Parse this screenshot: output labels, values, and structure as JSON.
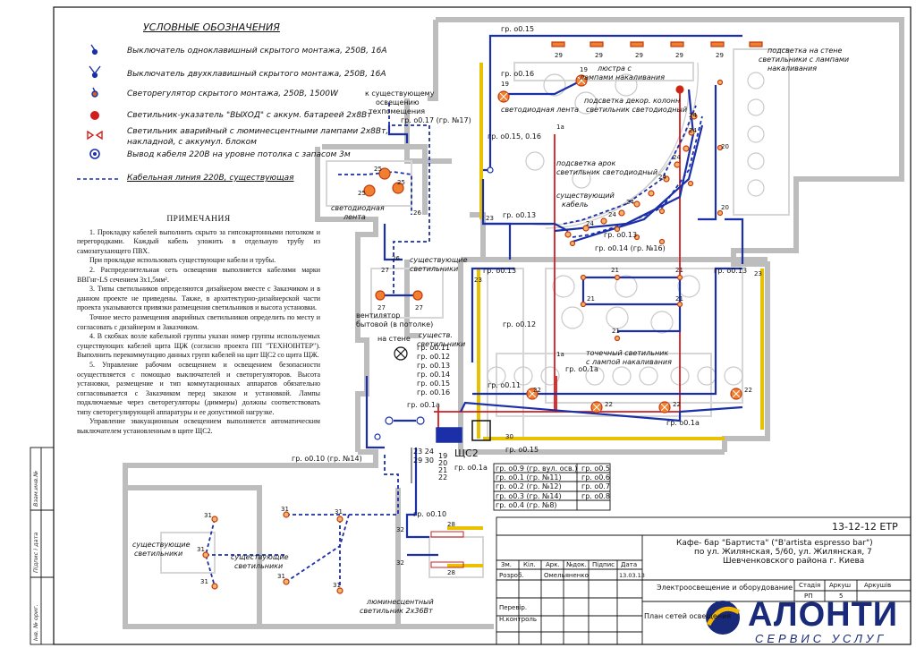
{
  "legend": {
    "title": "УСЛОВНЫЕ ОБОЗНАЧЕНИЯ",
    "items": [
      {
        "icon": "single-switch-icon",
        "text": "Выключатель одноклавишный скрытого монтажа, 250В, 16А"
      },
      {
        "icon": "double-switch-icon",
        "text": "Выключатель двухклавишный скрытого монтажа, 250В, 16А"
      },
      {
        "icon": "dimmer-icon",
        "text": "Светорегулятор скрытого монтажа, 250В, 1500W"
      },
      {
        "icon": "exit-lamp-icon",
        "text": "Светильник-указатель \"ВЫХОД\" с аккум. батареей 2х8Вт"
      },
      {
        "icon": "emergency-lamp-icon",
        "text": "Светильник аварийный с люминесцентными лампами 2х8Вт,"
      },
      {
        "icon": "",
        "text": "накладной, с аккумул. блоком"
      },
      {
        "icon": "cable-outlet-icon",
        "text": "Вывод кабеля 220В на уровне потолка с запасом 3м"
      },
      {
        "icon": "cable-line-icon",
        "text": "Кабельная линия 220В, существующая"
      }
    ]
  },
  "notes": {
    "title": "ПРИМЕЧАНИЯ",
    "paragraphs": [
      "1. Прокладку кабелей выполнить скрыто за гипсокартонными потолком и перегородками. Каждый кабель уложить в отдельную трубу из самозатухающего ПВХ.",
      "При прокладке использовать существующие кабели и трубы.",
      "2. Распределительная сеть освещения выполняется кабелями марки ВВГнг-LS сечением 3х1,5мм².",
      "3. Типы светильников определяются дизайнером вместе с Заказчиком и в данном проекте не приведены. Также, в архитектурно-дизайнерской части проекта указываются привязки размещения светильников и высота установки.",
      "Точное место размещения аварийных светильников определить по месту и согласовать с дизайнером и Заказчиком.",
      "4. В скобках возле кабельной группы указан номер группы используемых существующих кабелей щита ЩЖ (согласно проекта ПП \"ТЕХНОІНТЕР\"). Выполнить перекоммутацию данных групп кабелей на щит ЩС2 со щита ЩЖ.",
      "5. Управление рабочим освещением и освещением безопасности осуществляется с помощью выключателей и светорегуляторов. Высота установки, размещение и тип коммутационных аппаратов обязательно согласовывается с Заказчиком перед заказом и установкой. Лампы подключаемые через светорегуляторы (диммеры) должны соответствовать типу светорегулирующей аппаратуры и ее допустимой нагрузке.",
      "Управление эвакуационным освещением выполняется автоматическим выключателем установленным в щите ЩС2."
    ]
  },
  "plan_labels": {
    "existing_lighting_top": "к существующему",
    "existing_lighting_top2": "освещению",
    "existing_lighting_top3": "техпомещения",
    "gr017": "гр. о0.17 (гр. №17)",
    "gr015_top": "гр. о0.15",
    "gr016": "гр. о0.16",
    "gr015_016": "гр. о0.15, 0.16",
    "gr013_a": "гр. о0.13",
    "gr013_b": "гр. о0.13",
    "gr013_c": "гр. о0.13",
    "gr013_d": "гр. о0.13",
    "gr014": "гр. о0.14 (гр. №16)",
    "gr012": "гр. о0.12",
    "gr011": "гр. о0.11",
    "gr01a_a": "гр. о0.1а",
    "gr01a_b": "гр. о0.1а",
    "gr01a_c": "гр. о0.1а",
    "gr01a_d": "гр. о0.1а",
    "gr015_bottom": "гр. о0.15",
    "gr010_14": "гр. о0.10 (гр. №14)",
    "gr010": "гр. о0.10",
    "led_strip_1": "светодиодная лента",
    "led_strip_2": "светодиодная",
    "led_strip_3": "лента",
    "chandelier_1": "люстра с",
    "chandelier_2": "лампами накаливания",
    "wall_light_1": "подсветка на стене",
    "wall_light_2": "светильники с лампами",
    "wall_light_3": "накаливания",
    "column_light_1": "подсветка декор. колонн",
    "column_light_2": "светильник светодиодный",
    "arch_light_1": "подсветка арок",
    "arch_light_2": "светильник светодиодный",
    "existing_cable_1": "существующий",
    "existing_cable_2": "кабель",
    "existing_lamps_1": "существующие",
    "existing_lamps_2": "светильники",
    "existing_lamps_b1": "существ.",
    "existing_lamps_b2": "светильники",
    "fan_1": "вентилятор",
    "fan_2": "бытовой (в потолке)",
    "on_wall": "на стене",
    "point_lamp_1": "точечный светильник",
    "point_lamp_2": "с лампой накаливания",
    "panel": "ЩС2",
    "group_list": [
      "гр. о0.11",
      "гр. о0.12",
      "гр. о0.13",
      "гр. о0.14",
      "гр. о0.15",
      "гр. о0.16"
    ],
    "groups_table_left": [
      "гр. о0.9 (гр. вул. осв.)",
      "гр. о0.1 (гр. №11)",
      "гр. о0.2 (гр. №12)",
      "гр. о0.3 (гр. №14)",
      "гр. о0.4 (гр. №8)"
    ],
    "groups_table_right": [
      "гр. о0.5",
      "гр. о0.6",
      "гр. о0.7",
      "гр. о0.8"
    ],
    "panel_nums_1": "23  24",
    "panel_nums_2": "29  30",
    "panel_nums_3": "19",
    "panel_nums_4": "20",
    "panel_nums_5": "21",
    "panel_nums_6": "22",
    "bl_existing_1": "существующие",
    "bl_existing_2": "светильники",
    "bm_existing_1": "существующие",
    "bm_existing_2": "светильники",
    "fluor_1": "люминесцентный",
    "fluor_2": "светильник 2х36Вт",
    "lamp_numbers": {
      "n29": "29",
      "n19": "19",
      "n24": "24",
      "n25": "25",
      "n26": "26",
      "n27": "27",
      "n23": "23",
      "n21": "21",
      "n22": "22",
      "n20": "20",
      "n31": "31",
      "n32": "32",
      "n30": "30",
      "n1a": "1а",
      "n28": "28"
    }
  },
  "side_stamp": [
    "Взам.инв.№",
    "Підпис і дата",
    "Інв. № ориг."
  ],
  "title_block": {
    "code": "13-12-12  ЕТР",
    "project_1": "Кафе- бар \"Бартиста\" (\"B'artista espresso bar\")",
    "project_2": "по ул. Жилянская, 5/60, ул. Жилянская, 7",
    "project_3": "Шевченковского района г. Киева",
    "headers": [
      "Зм.",
      "Кіл.",
      "Арк.",
      "№док.",
      "Підпис",
      "Дата"
    ],
    "rozrob": "Розроб.",
    "rozrob_name": "Омельяненко",
    "date": "13.03.13",
    "perevir": "Перевір.",
    "nkontrol": "Н.контроль",
    "section": "Электроосвещение и оборудование",
    "plan": "План сетей освещения",
    "stage_h": "Стадія",
    "sheet_h": "Аркуш",
    "sheets_h": "Аркушів",
    "stage": "РП",
    "sheet": "5"
  },
  "logo": {
    "name": "АЛОНТИ",
    "sub": "СЕРВИС УСЛУГ"
  },
  "colors": {
    "cable_blue": "#1b2fa8",
    "power_red": "#d11e1e",
    "led_yellow": "#e8c200",
    "lamp_orange": "#e07030",
    "wall_gray": "#c8c8c8",
    "line_black": "#111111"
  }
}
